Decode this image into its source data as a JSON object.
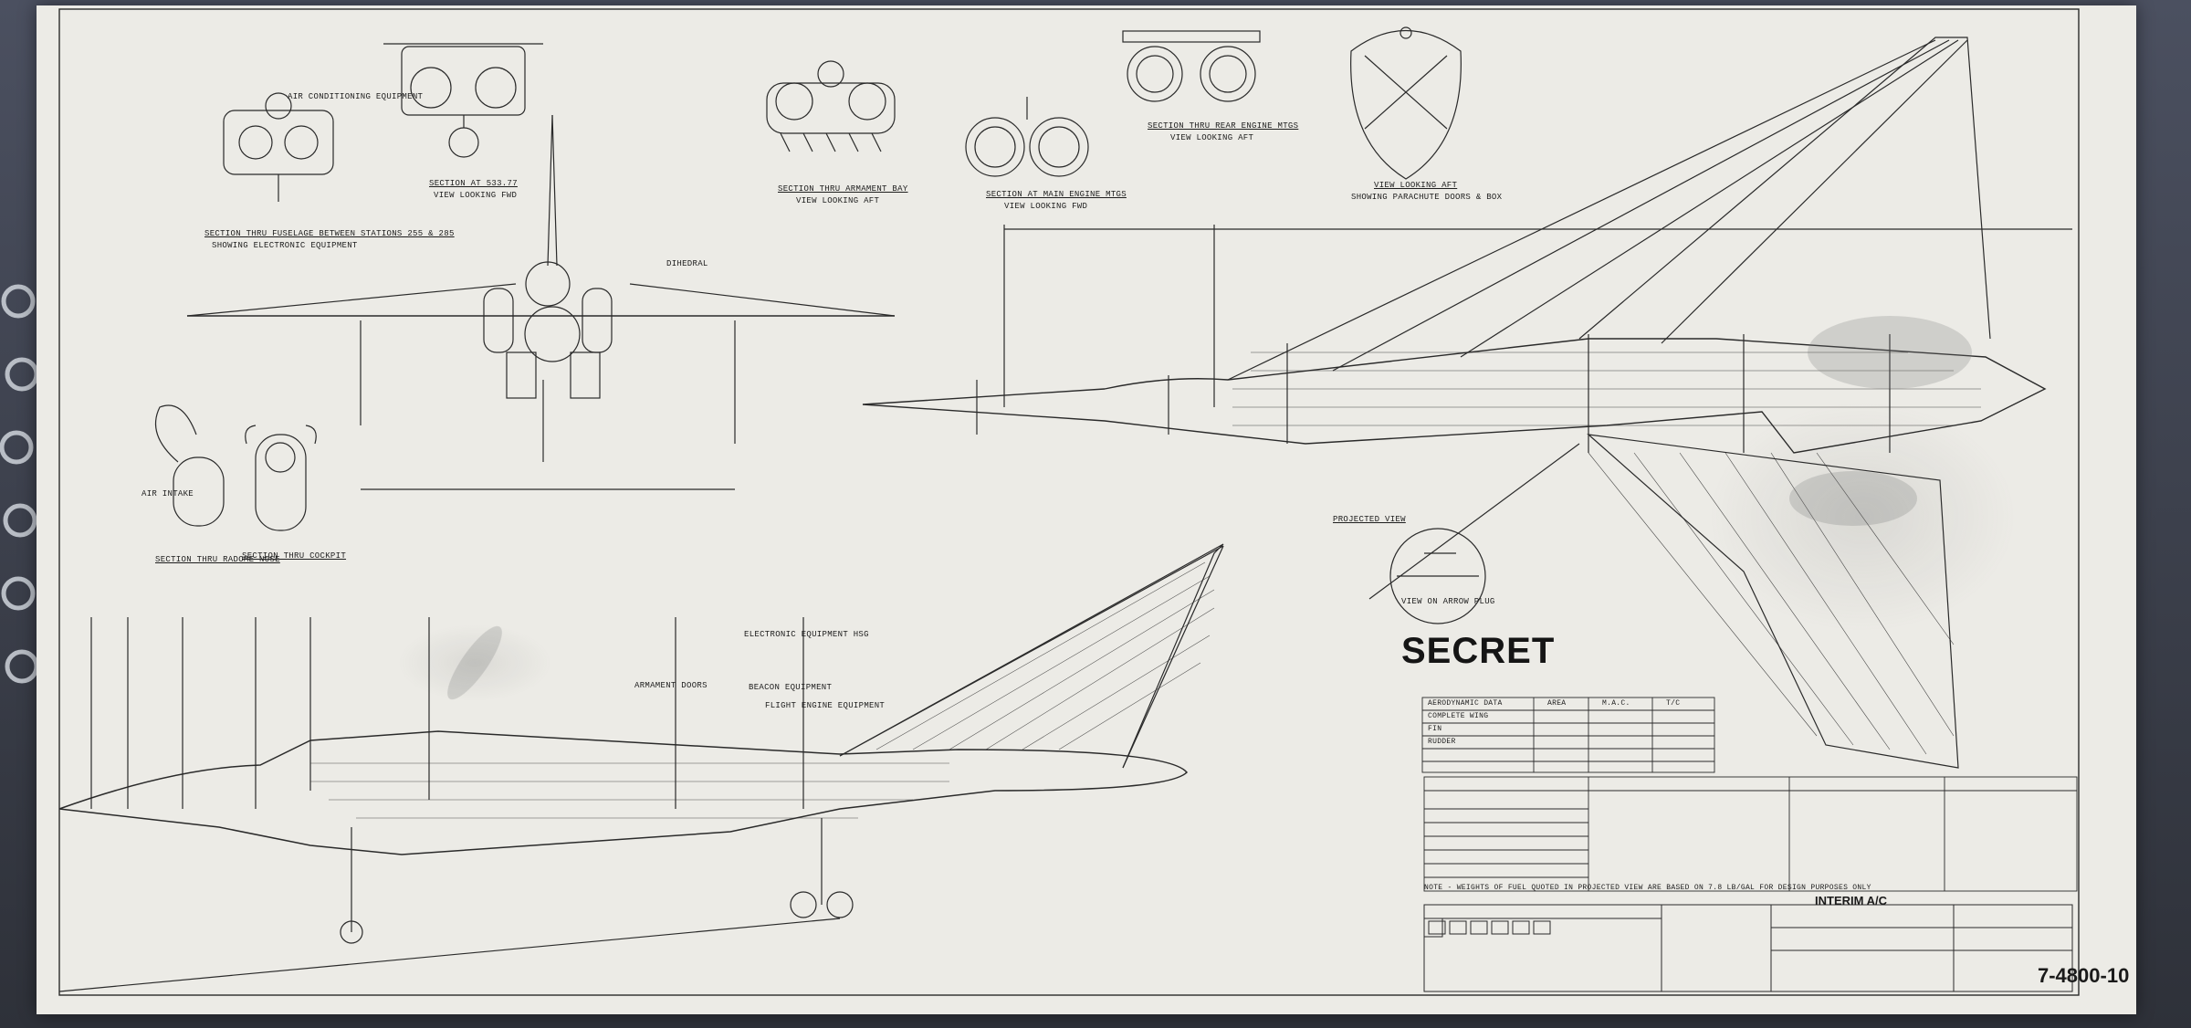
{
  "sheet": {
    "classification": "SECRET",
    "drawing_number": "7-4800-10",
    "title_block": {
      "issue": "INTERIM A/C"
    }
  },
  "labels": {
    "section_fuselage": "SECTION THRU FUSELAGE BETWEEN STATIONS 255 & 285",
    "section_fuselage_sub": "SHOWING ELECTRONIC EQUIPMENT",
    "section_533": "SECTION AT 533.77",
    "section_533_sub": "VIEW LOOKING FWD",
    "section_armament": "SECTION THRU ARMAMENT BAY",
    "section_armament_sub": "VIEW LOOKING AFT",
    "section_main_engine": "SECTION AT MAIN ENGINE MTGS",
    "section_main_engine_sub": "VIEW LOOKING FWD",
    "section_rear_engine": "SECTION THRU REAR ENGINE MTGS",
    "section_rear_engine_sub": "VIEW LOOKING AFT",
    "view_looking_aft": "VIEW LOOKING AFT",
    "view_looking_aft_sub": "SHOWING PARACHUTE DOORS & BOX",
    "section_radome": "SECTION THRU RADOME NOSE",
    "section_cockpit": "SECTION THRU COCKPIT",
    "projected_view": "PROJECTED VIEW",
    "view_on_arrow": "VIEW ON ARROW PLUG",
    "dihedral": "DIHEDRAL",
    "air_intake": "AIR INTAKE",
    "air_conditioning": "AIR CONDITIONING EQUIPMENT",
    "armament_doors": "ARMAMENT DOORS",
    "electronic_equip": "ELECTRONIC EQUIPMENT HSG",
    "beacon_equipment": "BEACON EQUIPMENT",
    "flight_engine_equip": "FLIGHT ENGINE EQUIPMENT",
    "note_weights": "NOTE - WEIGHTS OF FUEL QUOTED IN PROJECTED VIEW ARE BASED ON 7.8 LB/GAL FOR DESIGN PURPOSES ONLY"
  },
  "tables": {
    "geometric_data": {
      "headers": [
        "AERODYNAMIC DATA",
        "AREA",
        "M.A.C.",
        "T/C"
      ],
      "rows": [
        [
          "COMPLETE WING",
          "",
          "",
          ""
        ],
        [
          "FIN",
          "",
          "",
          ""
        ],
        [
          "RUDDER",
          "",
          "",
          ""
        ]
      ]
    }
  }
}
